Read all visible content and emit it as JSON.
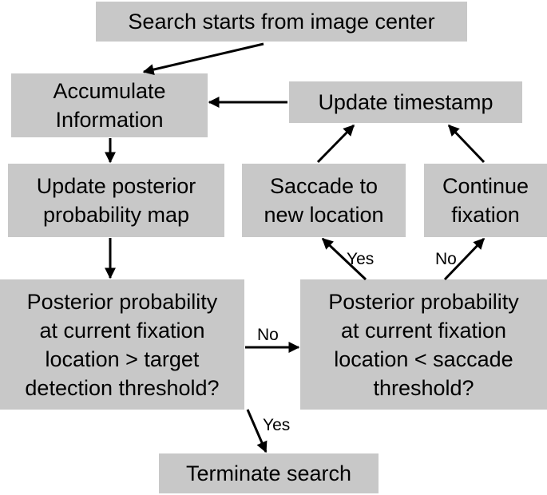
{
  "boxes": {
    "start": "Search starts from image center",
    "accumulate": "Accumulate\nInformation",
    "update_timestamp": "Update timestamp",
    "update_posterior": "Update posterior\nprobability map",
    "saccade": "Saccade to\nnew location",
    "continue_fixation": "Continue\nfixation",
    "target_decision": "Posterior probability\nat current fixation\nlocation > target\ndetection threshold?",
    "saccade_decision": "Posterior probability\nat current fixation\nlocation < saccade\nthreshold?",
    "terminate": "Terminate search"
  },
  "labels": {
    "yes_saccade": "Yes",
    "no_continue": "No",
    "no_between": "No",
    "yes_terminate": "Yes"
  },
  "colors": {
    "box_fill": "#c8c8c8",
    "arrow": "#000000"
  }
}
